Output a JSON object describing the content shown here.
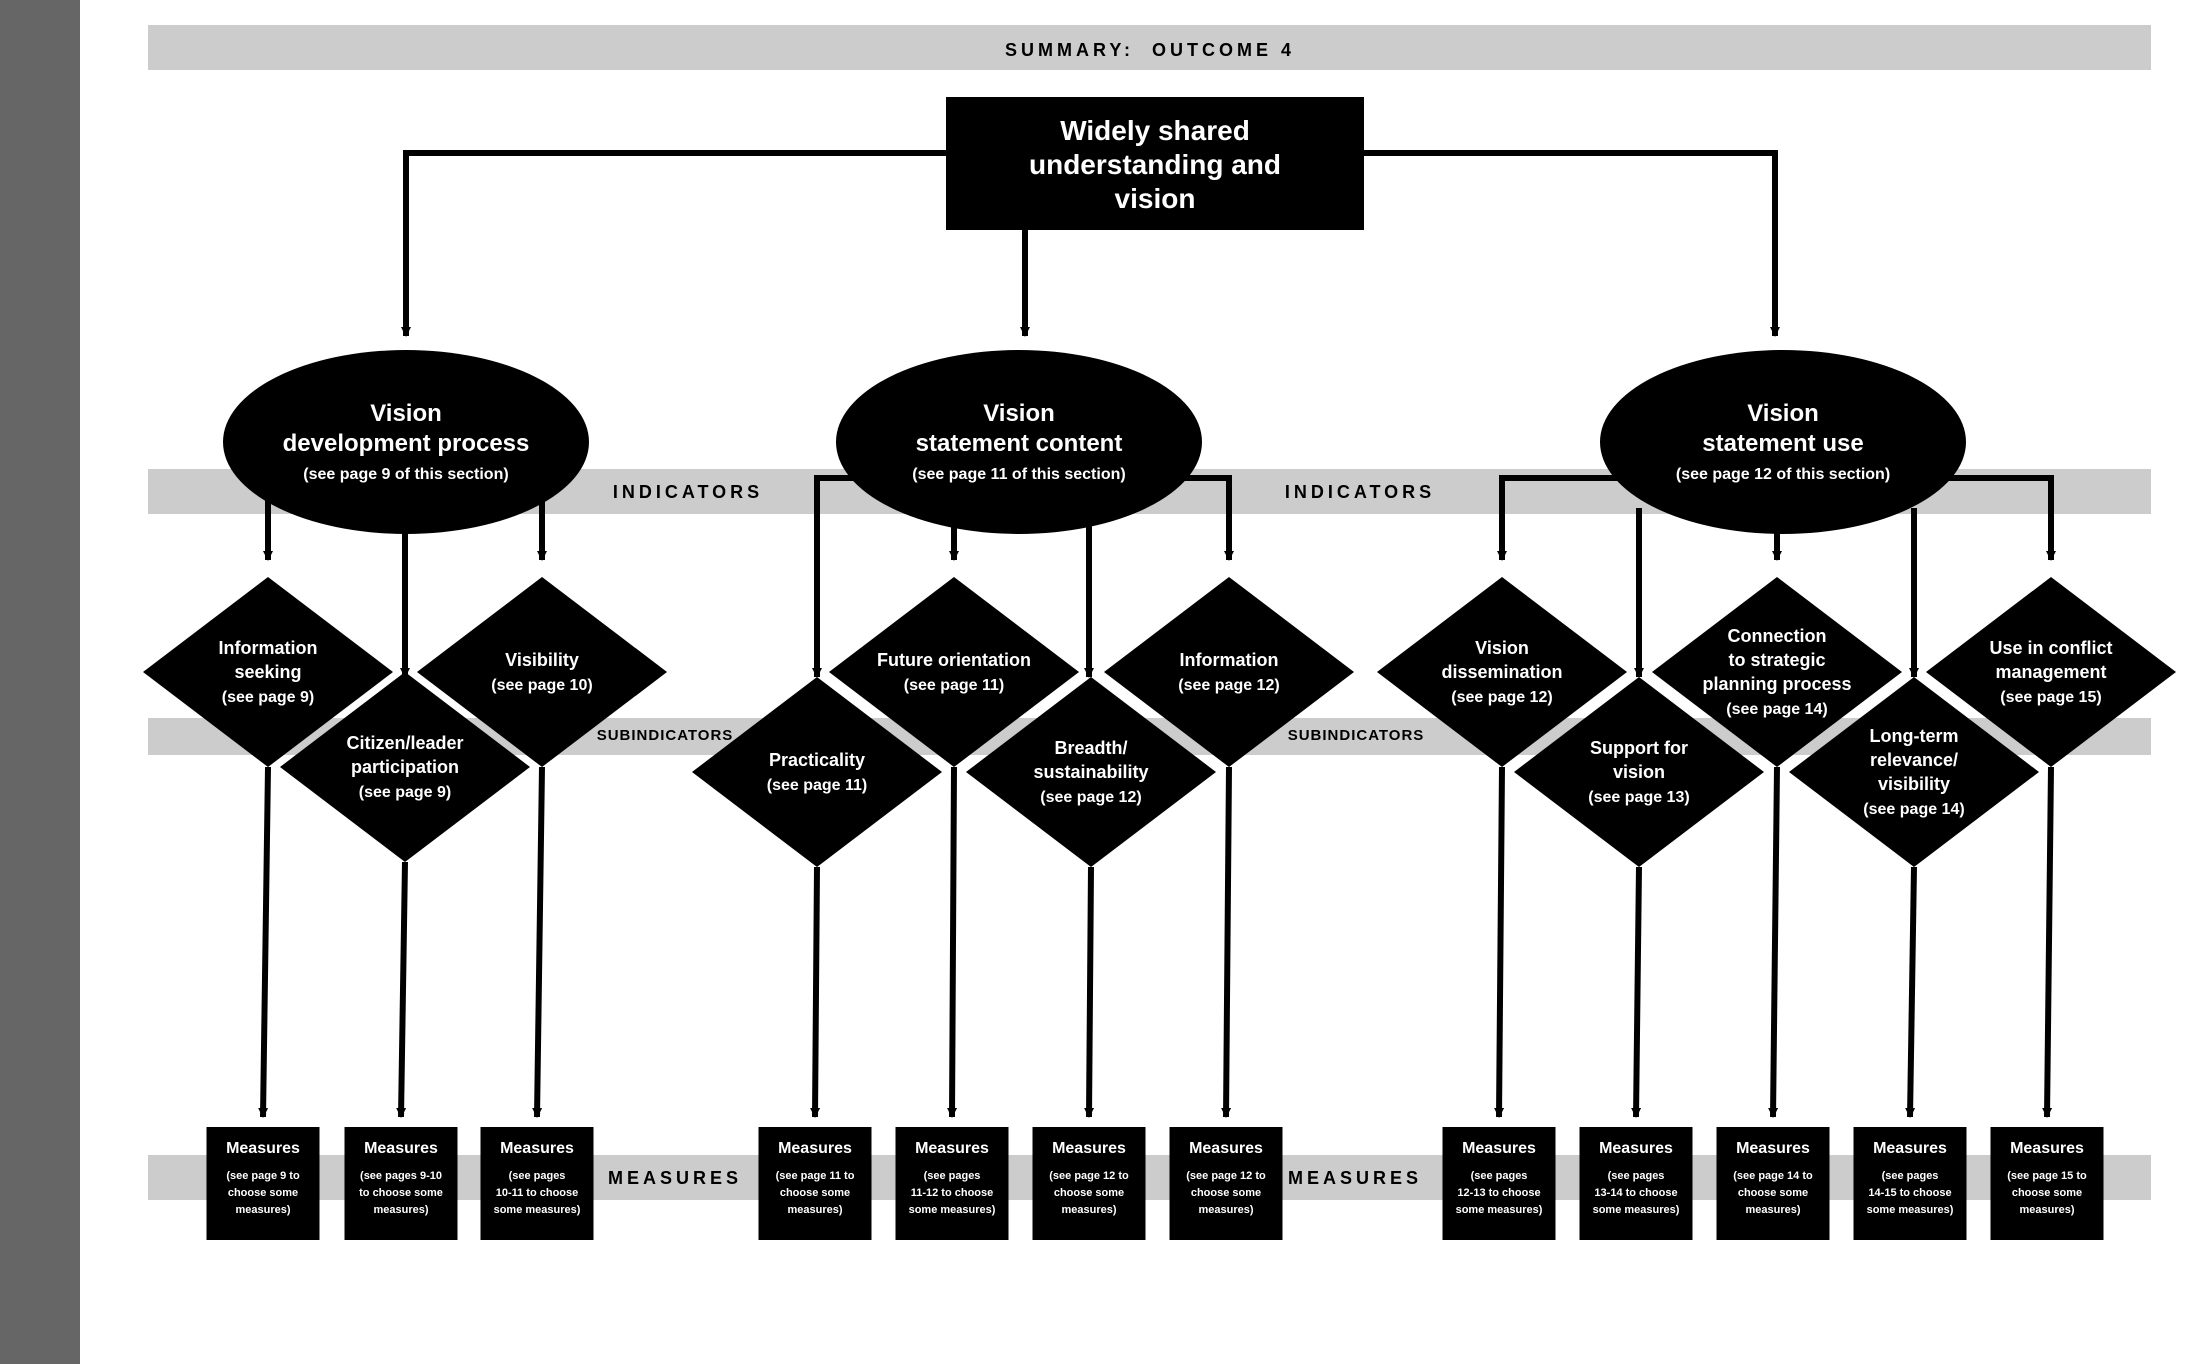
{
  "colors": {
    "sidebar": "#666666",
    "band": "#cccccc",
    "node": "#000000",
    "node_text": "#ffffff"
  },
  "header": {
    "title": "SUMMARY:  OUTCOME 4"
  },
  "bands": {
    "indicators": "INDICATORS",
    "subindicators": "SUBINDICATORS",
    "measures": "MEASURES"
  },
  "outcome": {
    "lines": [
      "Widely shared",
      "understanding and",
      "vision"
    ]
  },
  "indicators": [
    {
      "id": "vdp",
      "lines": [
        "Vision",
        "development process"
      ],
      "note": "(see page 9 of this section)"
    },
    {
      "id": "vsc",
      "lines": [
        "Vision",
        "statement content"
      ],
      "note": "(see page 11 of this section)"
    },
    {
      "id": "vsu",
      "lines": [
        "Vision",
        "statement use"
      ],
      "note": "(see page 12 of this section)"
    }
  ],
  "subindicators": [
    {
      "id": "s1",
      "lines": [
        "Information",
        "seeking",
        "(see page 9)"
      ]
    },
    {
      "id": "s2",
      "lines": [
        "Citizen/leader",
        "participation",
        "(see page 9)"
      ]
    },
    {
      "id": "s3",
      "lines": [
        "Visibility",
        "(see page 10)"
      ]
    },
    {
      "id": "s4",
      "lines": [
        "Practicality",
        "(see page 11)"
      ]
    },
    {
      "id": "s5",
      "lines": [
        "Future orientation",
        "(see page 11)"
      ]
    },
    {
      "id": "s6",
      "lines": [
        "Breadth/",
        "sustainability",
        "(see page 12)"
      ]
    },
    {
      "id": "s7",
      "lines": [
        "Information",
        "(see page 12)"
      ]
    },
    {
      "id": "s8",
      "lines": [
        "Vision",
        "dissemination",
        "(see page 12)"
      ]
    },
    {
      "id": "s9",
      "lines": [
        "Support for",
        "vision",
        "(see page 13)"
      ]
    },
    {
      "id": "s10",
      "lines": [
        "Connection",
        "to strategic",
        "planning process",
        "(see page 14)"
      ]
    },
    {
      "id": "s11",
      "lines": [
        "Long-term",
        "relevance/",
        "visibility",
        "(see page 14)"
      ]
    },
    {
      "id": "s12",
      "lines": [
        "Use in conflict",
        "management",
        "(see page 15)"
      ]
    }
  ],
  "measures": [
    {
      "title": "Measures",
      "note": [
        "(see page 9 to",
        "choose some",
        "measures)"
      ]
    },
    {
      "title": "Measures",
      "note": [
        "(see pages 9-10",
        "to choose some",
        "measures)"
      ]
    },
    {
      "title": "Measures",
      "note": [
        "(see pages",
        "10-11 to choose",
        "some measures)"
      ]
    },
    {
      "title": "Measures",
      "note": [
        "(see page 11 to",
        "choose some",
        "measures)"
      ]
    },
    {
      "title": "Measures",
      "note": [
        "(see pages",
        "11-12 to choose",
        "some measures)"
      ]
    },
    {
      "title": "Measures",
      "note": [
        "(see page 12 to",
        "choose some",
        "measures)"
      ]
    },
    {
      "title": "Measures",
      "note": [
        "(see page 12 to",
        "choose some",
        "measures)"
      ]
    },
    {
      "title": "Measures",
      "note": [
        "(see pages",
        "12-13 to choose",
        "some measures)"
      ]
    },
    {
      "title": "Measures",
      "note": [
        "(see pages",
        "13-14 to choose",
        "some measures)"
      ]
    },
    {
      "title": "Measures",
      "note": [
        "(see page 14 to",
        "choose some",
        "measures)"
      ]
    },
    {
      "title": "Measures",
      "note": [
        "(see pages",
        "14-15 to choose",
        "some measures)"
      ]
    },
    {
      "title": "Measures",
      "note": [
        "(see page 15 to",
        "choose some",
        "measures)"
      ]
    }
  ]
}
